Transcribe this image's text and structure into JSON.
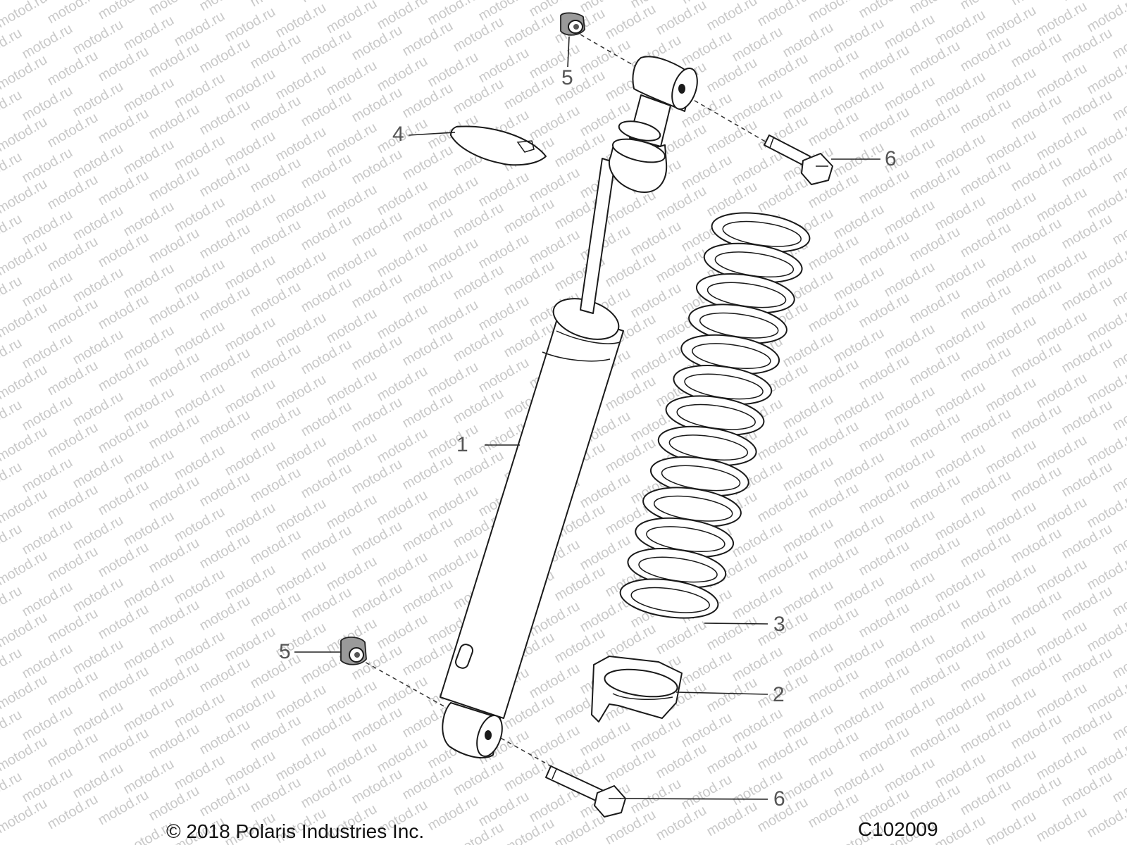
{
  "watermark": {
    "text": "motod.ru",
    "color": "#c9c9c9"
  },
  "callouts": [
    {
      "id": "c1",
      "label": "1",
      "part": "shock-absorber"
    },
    {
      "id": "c2",
      "label": "2",
      "part": "spring-seat"
    },
    {
      "id": "c3",
      "label": "3",
      "part": "coil-spring"
    },
    {
      "id": "c4",
      "label": "4",
      "part": "retainer-clip"
    },
    {
      "id": "c5a",
      "label": "5",
      "part": "bushing-top"
    },
    {
      "id": "c5b",
      "label": "5",
      "part": "bushing-bottom"
    },
    {
      "id": "c6a",
      "label": "6",
      "part": "bolt-top"
    },
    {
      "id": "c6b",
      "label": "6",
      "part": "bolt-bottom"
    }
  ],
  "footer": {
    "copyright": "© 2018 Polaris Industries Inc.",
    "code": "C102009"
  }
}
